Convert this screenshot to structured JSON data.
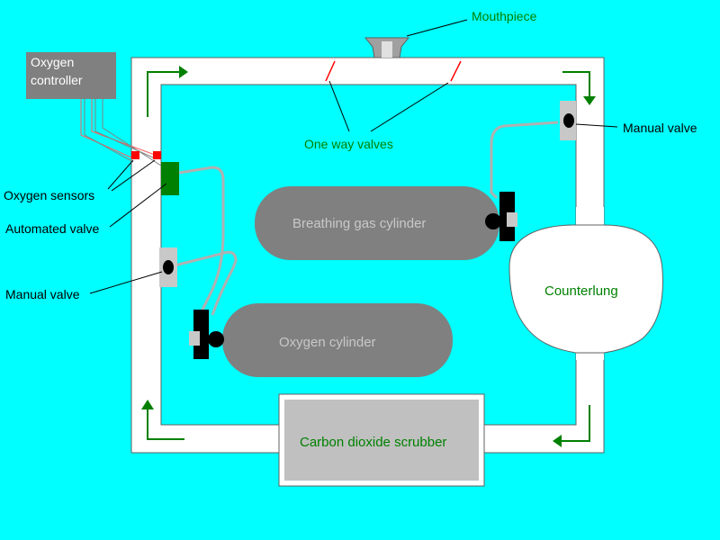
{
  "colors": {
    "background": "#00ffff",
    "loop_pipe": "#ffffff",
    "loop_outline": "#606060",
    "green_label": "#008000",
    "cylinder": "#808080",
    "cylinder_text": "#c8c8c8",
    "callout_text": "#000000",
    "controller_box": "#808080",
    "controller_text": "#ffffff",
    "sensor": "#ff0000",
    "automated_valve": "#008000",
    "scrubber": "#c0c0c0"
  },
  "labels": {
    "mouthpiece": "Mouthpiece",
    "one_way_valves": "One way valves",
    "manual_valve_right": "Manual valve",
    "manual_valve_left": "Manual valve",
    "oxygen_controller_line1": "Oxygen",
    "oxygen_controller_line2": "controller",
    "oxygen_sensors": "Oxygen sensors",
    "automated_valve": "Automated valve",
    "breathing_gas_cylinder": "Breathing gas cylinder",
    "oxygen_cylinder": "Oxygen cylinder",
    "counterlung": "Counterlung",
    "scrubber": "Carbon dioxide scrubber"
  },
  "icons": {
    "flow_arrow": "flow-arrow-icon",
    "valve_knob": "valve-knob-icon",
    "mouthpiece": "mouthpiece-icon"
  }
}
